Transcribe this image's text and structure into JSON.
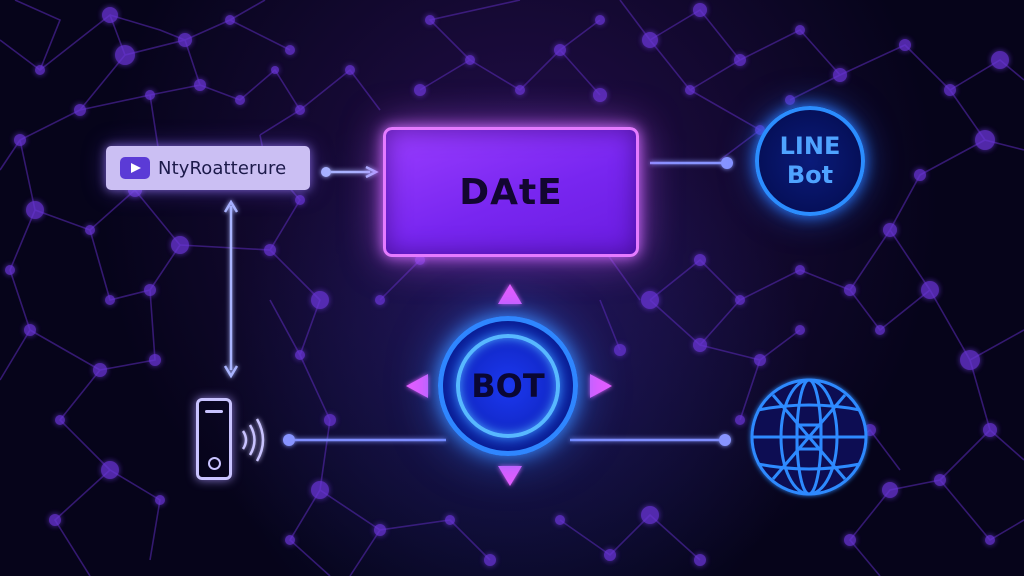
{
  "diagram": {
    "source_node": {
      "label": "NtyRoatterure",
      "icon": "video-play-icon"
    },
    "center_box": {
      "label": "DAtE"
    },
    "line_bot": {
      "line1": "LINE",
      "line2": "Bot"
    },
    "bot_hub": {
      "label": "BOT"
    },
    "device": {
      "icon": "device-icon",
      "signal_icon": "wifi-signal-icon"
    },
    "globe": {
      "icon": "globe-icon"
    }
  },
  "colors": {
    "background": "#06041a",
    "network": "#7a3cff",
    "box_fill": "#8a2dff",
    "box_border": "#e57bff",
    "blue_accent": "#2f86ff",
    "connector": "#7f8dff",
    "magenta_arrow": "#ea5bff",
    "source_pill": "#cbbff3"
  }
}
